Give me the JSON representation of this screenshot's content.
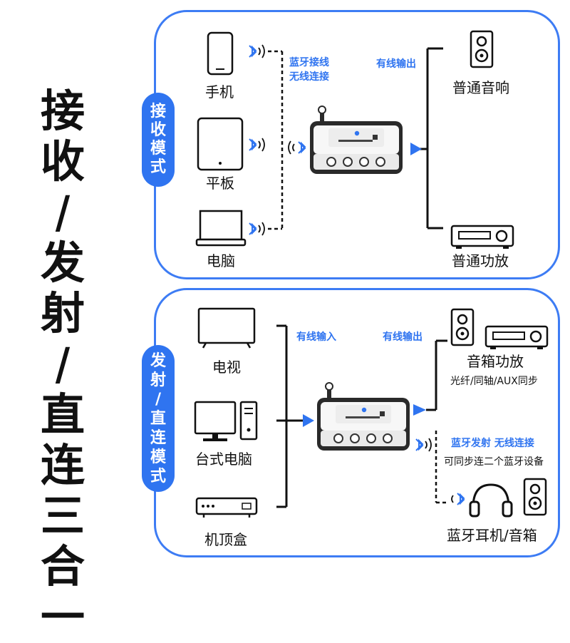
{
  "side_title": [
    "接",
    "收",
    "/",
    "发",
    "射",
    "/",
    "直",
    "连",
    "三",
    "合",
    "一"
  ],
  "receive_panel": {
    "mode_label": [
      "接",
      "收",
      "模",
      "式"
    ],
    "sources": [
      "手机",
      "平板",
      "电脑"
    ],
    "bt_link_label": [
      "蓝牙接线",
      "无线连接"
    ],
    "wired_output_label": "有线输出",
    "outputs": [
      "普通音响",
      "普通功放"
    ]
  },
  "transmit_panel": {
    "mode_label": [
      "发",
      "射",
      "/",
      "直",
      "连",
      "模",
      "式"
    ],
    "sources": [
      "电视",
      "台式电脑",
      "机顶盒"
    ],
    "wired_input_label": "有线输入",
    "wired_output_label": "有线输出",
    "speaker_amp_label": "音箱功放",
    "speaker_amp_sub": "光纤/同轴/AUX同步",
    "bt_transmit_label": "蓝牙发射 无线连接",
    "bt_transmit_sub": "可同步连二个蓝牙设备",
    "bt_devices_label": "蓝牙耳机/音箱"
  },
  "colors": {
    "accent": "#2f74f0",
    "border": "#3d7cf4",
    "device": "#2a2a2a",
    "device_face": "#f4f4f4"
  }
}
